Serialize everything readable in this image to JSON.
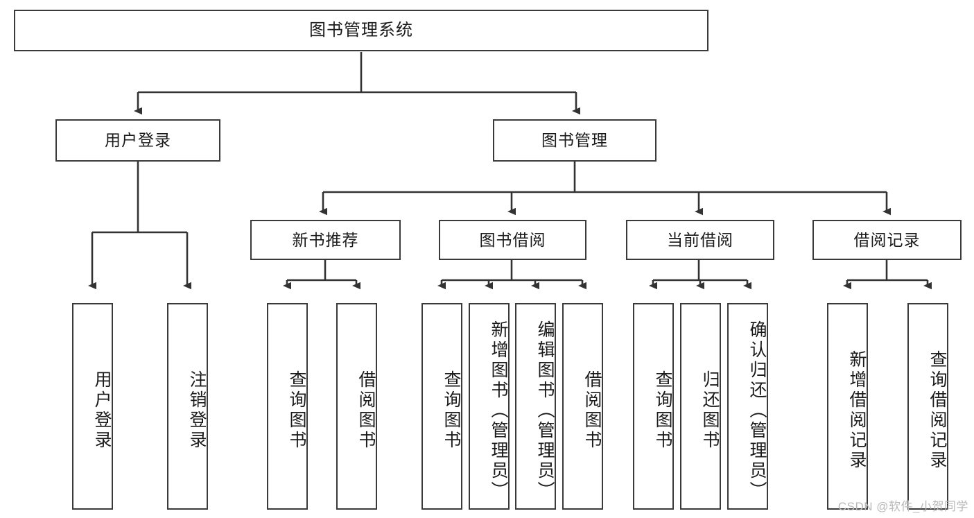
{
  "diagram": {
    "title": "图书管理系统",
    "type": "tree",
    "root": {
      "label": "图书管理系统"
    },
    "level2": [
      {
        "label": "用户登录"
      },
      {
        "label": "图书管理"
      }
    ],
    "level3": [
      {
        "label": "新书推荐"
      },
      {
        "label": "图书借阅"
      },
      {
        "label": "当前借阅"
      },
      {
        "label": "借阅记录"
      }
    ],
    "leaves": {
      "user_login": [
        {
          "label": "用户登录"
        },
        {
          "label": "注销登录"
        }
      ],
      "new_book_recommend": [
        {
          "label": "查询图书"
        },
        {
          "label": "借阅图书"
        }
      ],
      "book_borrow": [
        {
          "label": "查询图书"
        },
        {
          "label": "新增图书（管理员）"
        },
        {
          "label": "编辑图书（管理员）"
        },
        {
          "label": "借阅图书"
        }
      ],
      "current_borrow": [
        {
          "label": "查询图书"
        },
        {
          "label": "归还图书"
        },
        {
          "label": "确认归还（管理员）"
        }
      ],
      "borrow_record": [
        {
          "label": "新增借阅记录"
        },
        {
          "label": "查询借阅记录"
        }
      ]
    }
  },
  "watermark": {
    "text": "CSDN @软件_小贺同学"
  },
  "colors": {
    "box_border": "#3a3a3a",
    "box_fill": "#ffffff",
    "text": "#1a1a1a",
    "line": "#333333",
    "watermark": "#b9b9b9",
    "background": "#ffffff"
  }
}
